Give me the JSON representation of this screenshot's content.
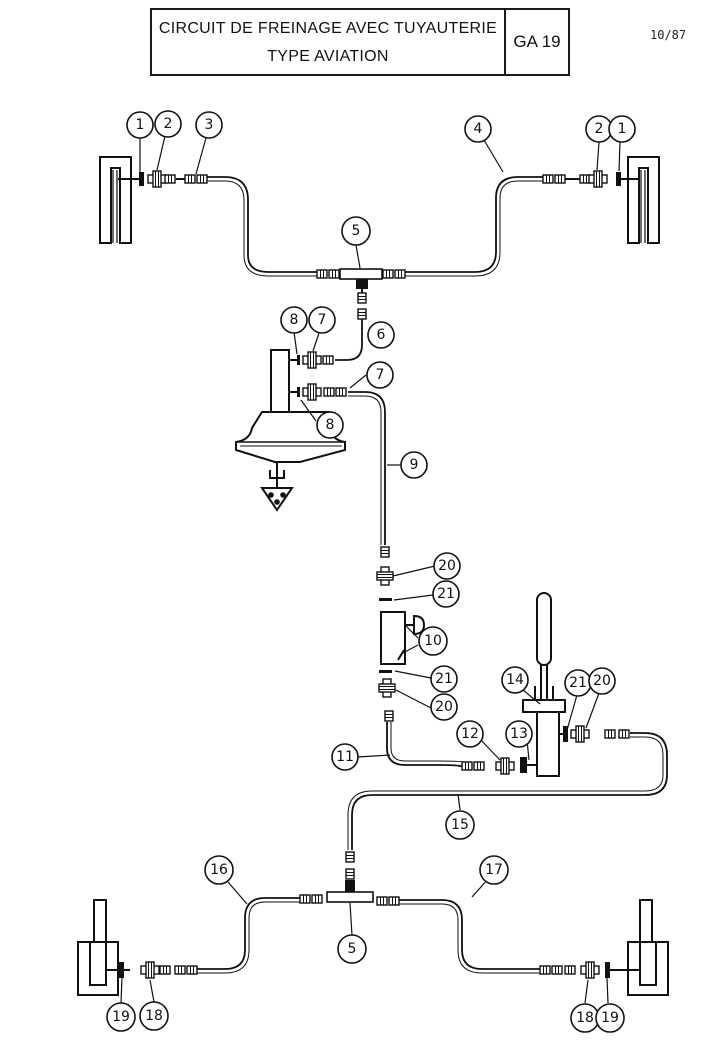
{
  "header": {
    "title_line1": "CIRCUIT DE FREINAGE AVEC TUYAUTERIE",
    "title_line2": "TYPE AVIATION",
    "code": "GA 19",
    "page_ref": "10/87"
  },
  "callouts": {
    "c1a": "1",
    "c2a": "2",
    "c3": "3",
    "c4": "4",
    "c2b": "2",
    "c1b": "1",
    "c5a": "5",
    "c6": "6",
    "c8a": "8",
    "c7a": "7",
    "c7b": "7",
    "c8b": "8",
    "c9": "9",
    "c20a": "20",
    "c21a": "21",
    "c10": "10",
    "c21b": "21",
    "c20b": "20",
    "c14": "14",
    "c21c": "21",
    "c20c": "20",
    "c13": "13",
    "c12": "12",
    "c11": "11",
    "c15": "15",
    "c16": "16",
    "c17": "17",
    "c5b": "5",
    "c19a": "19",
    "c18a": "18",
    "c18b": "18",
    "c19b": "19"
  }
}
